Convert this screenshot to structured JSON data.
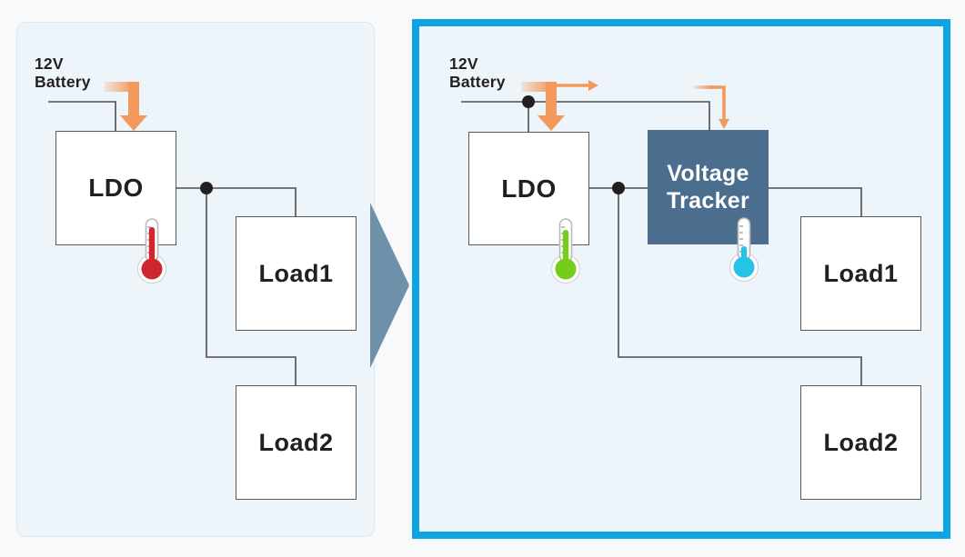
{
  "palette": {
    "page_bg": "#f7f9fa",
    "panel_bg": "#eef5fa",
    "panel_border": "#dfe7ed",
    "highlight_border": "#0ea4e4",
    "wire": "#4d4d4f",
    "box_border": "#58595b",
    "box_bg": "#ffffff",
    "text": "#231f20",
    "orange": "#f2995b",
    "transition_arrow": "#6e90a9",
    "tracker_bg": "#4b6e8e",
    "tracker_text": "#ffffff",
    "thermo_hot": "#cf2630",
    "thermo_ok": "#74ce19",
    "thermo_cool": "#26c3e8"
  },
  "before_panel": {
    "battery_label": "12V\nBattery",
    "ldo_label": "LDO",
    "load1_label": "Load1",
    "load2_label": "Load2",
    "ldo_thermometer_state": "hot"
  },
  "after_panel": {
    "battery_label": "12V\nBattery",
    "ldo_label": "LDO",
    "tracker_label": "Voltage\nTracker",
    "load1_label": "Load1",
    "load2_label": "Load2",
    "ldo_thermometer_state": "normal",
    "tracker_thermometer_state": "cool"
  }
}
